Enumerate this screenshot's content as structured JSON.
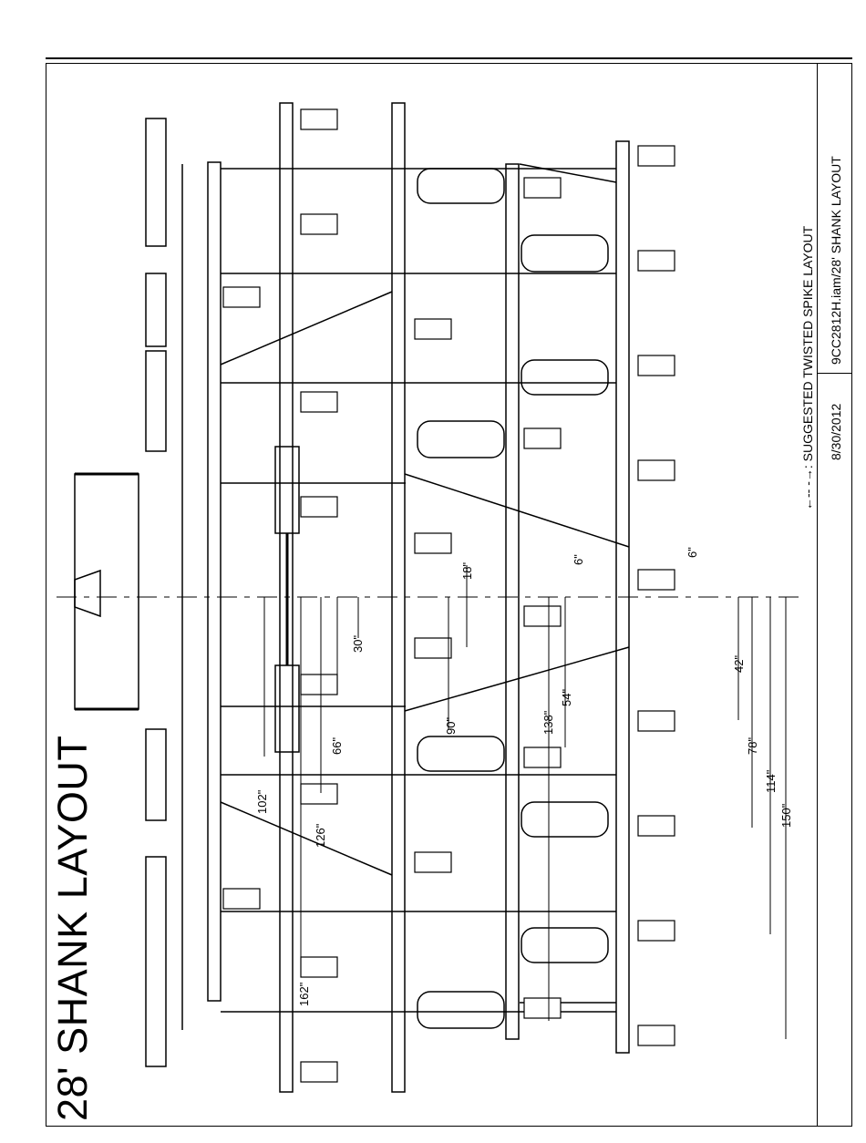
{
  "title": "28' SHANK LAYOUT",
  "title_block": {
    "legend": "←-- -→: SUGGESTED TWISTED SPIKE LAYOUT",
    "file_name": "9CC2812H.iam/28' SHANK LAYOUT",
    "date": "8/30/2012"
  },
  "dimensions": {
    "d6a": "6\"",
    "d6b": "6\"",
    "d18": "18\"",
    "d30": "30\"",
    "d42": "42\"",
    "d54": "54\"",
    "d66": "66\"",
    "d78": "78\"",
    "d90": "90\"",
    "d102": "102\"",
    "d114": "114\"",
    "d126": "126\"",
    "d138": "138\"",
    "d150": "150\"",
    "d162": "162\""
  }
}
